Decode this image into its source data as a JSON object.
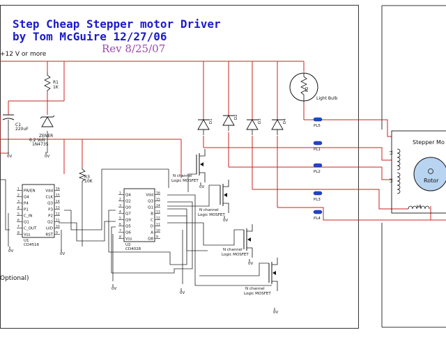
{
  "title": {
    "line1": "Step Cheap Stepper motor Driver",
    "line2": "by Tom McGuire 12/27/06",
    "rev": "Rev 8/25/07"
  },
  "supply_label": "+12 V or more",
  "optional_label": "Optional)",
  "colors": {
    "title_blue": "#1a1acc",
    "rev_purple": "#9a4aa8",
    "wire_red": "#cc2020",
    "frame": "#333333",
    "ink": "#111111",
    "connector_blue": "#2244cc",
    "motor_fill": "#b8d4f0"
  },
  "components": {
    "r1": {
      "ref": "R1",
      "value": "1K"
    },
    "c1": {
      "ref": "C1",
      "value": "220uF"
    },
    "zener": {
      "name": "ZENER",
      "voltage": "6.2 Volt",
      "part": "1N4735"
    },
    "r3": {
      "ref": "R3",
      "value": "10K"
    },
    "u1": {
      "ref": "U1",
      "part": "CD4516",
      "left_pins": [
        "PR/EN",
        "Q4",
        "P4",
        "P1",
        "C_IN",
        "Q1",
        "C_OUT",
        "Vss"
      ],
      "right_pins": [
        "Vdd",
        "CLK",
        "Q3",
        "P3",
        "P2",
        "Q2",
        "U/D",
        "RST"
      ],
      "left_nums": [
        "1",
        "2",
        "3",
        "4",
        "5",
        "6",
        "7",
        "8"
      ],
      "right_nums": [
        "16",
        "15",
        "14",
        "13",
        "12",
        "11",
        "10",
        "9"
      ]
    },
    "u2": {
      "ref": "U2",
      "part": "CD4028",
      "left_pins": [
        "Q4",
        "Q2",
        "Q0",
        "Q7",
        "Q9",
        "Q5",
        "Q6",
        "Vss"
      ],
      "right_pins": [
        "Vdd",
        "Q3",
        "Q1",
        "B",
        "C",
        "D",
        "A",
        "Q8"
      ],
      "left_nums": [
        "1",
        "2",
        "3",
        "4",
        "5",
        "6",
        "7",
        "8"
      ],
      "right_nums": [
        "16",
        "15",
        "14",
        "13",
        "12",
        "11",
        "10",
        "9"
      ]
    },
    "lamp": {
      "ref": "R2",
      "label": "Light Bulb"
    },
    "diodes": [
      "D1",
      "D2",
      "D3",
      "D4"
    ],
    "mosfets": [
      {
        "line1": "N channel",
        "line2": "Logic MOSFET"
      },
      {
        "line1": "N channel",
        "line2": "Logic MOSFET"
      },
      {
        "line1": "N channel",
        "line2": "Logic MOSFET"
      },
      {
        "line1": "N channel",
        "line2": "Logic MOSFET"
      }
    ],
    "connectors": [
      "PL5",
      "PL1",
      "PL2",
      "PL3",
      "PL4"
    ],
    "motor": {
      "title": "Stepper Mo",
      "rotor": "Rotor",
      "coils": [
        "L1",
        "L2",
        "L3"
      ]
    }
  },
  "grounds": [
    "0V",
    "0V",
    "0V",
    "0V",
    "0V"
  ]
}
